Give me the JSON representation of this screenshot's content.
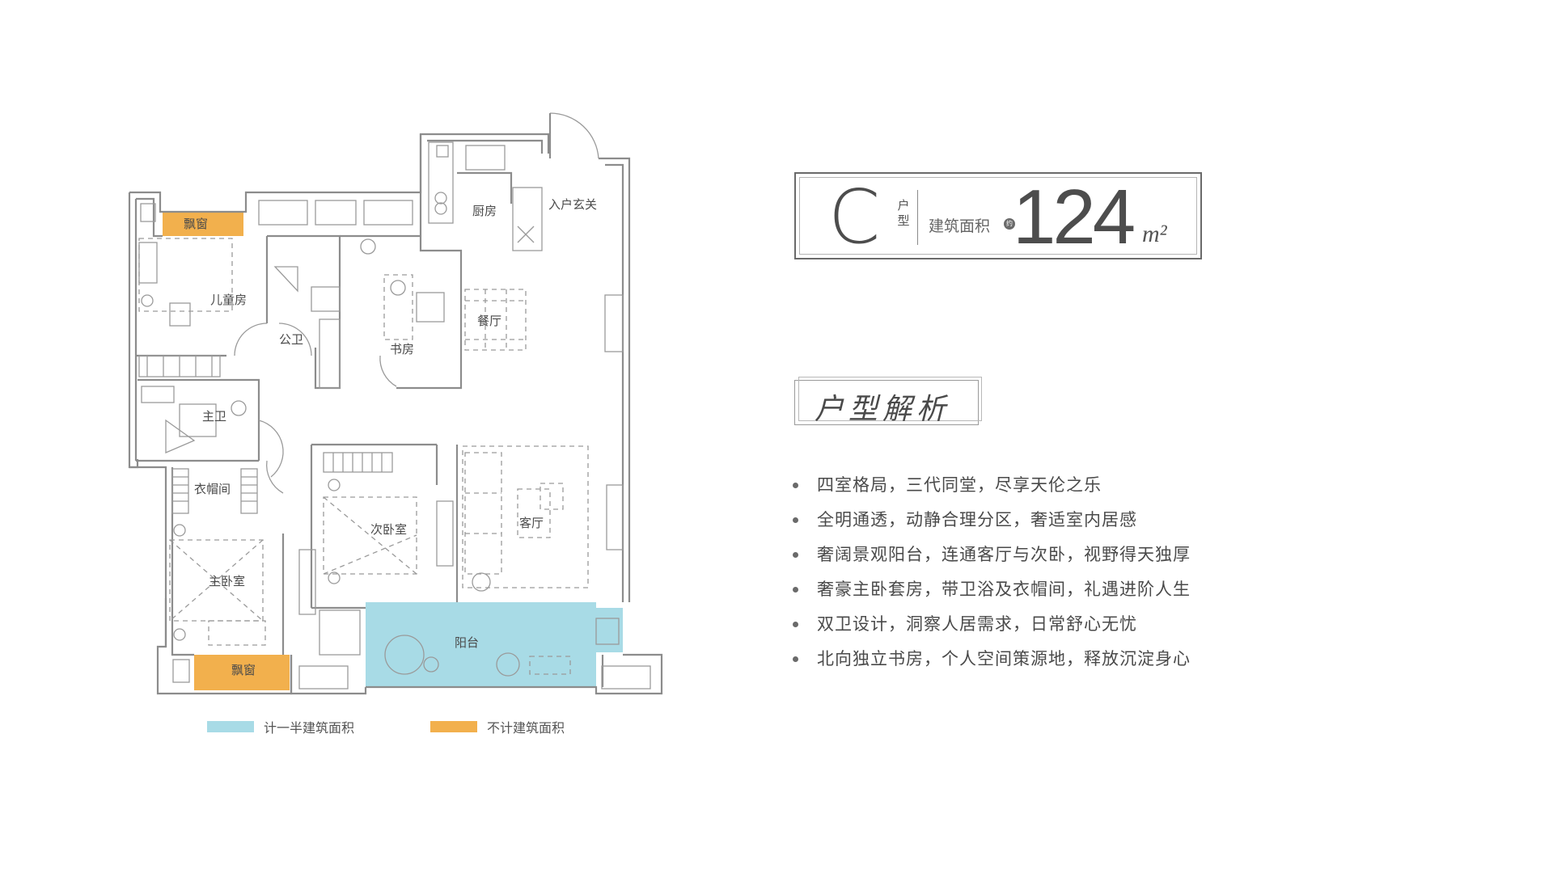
{
  "unit_type": {
    "letter": "C",
    "type_word": "户型",
    "area_label": "建筑面积",
    "area_marker": "约",
    "area_value": "124",
    "area_unit": "m²"
  },
  "analysis": {
    "heading": "户型解析",
    "points": [
      "四室格局，三代同堂，尽享天伦之乐",
      "全明通透，动静合理分区，奢适室内居感",
      "奢阔景观阳台，连通客厅与次卧，视野得天独厚",
      "奢豪主卧套房，带卫浴及衣帽间，礼遇进阶人生",
      "双卫设计，洞察人居需求，日常舒心无忧",
      "北向独立书房，个人空间策源地，释放沉淀身心"
    ]
  },
  "rooms": {
    "bay_window_top": "飘窗",
    "kids_room": "儿童房",
    "kitchen": "厨房",
    "entrance": "入户玄关",
    "public_bath": "公卫",
    "study": "书房",
    "dining": "餐厅",
    "master_bath": "主卫",
    "cloakroom": "衣帽间",
    "second_bedroom": "次卧室",
    "living_room": "客厅",
    "master_bedroom": "主卧室",
    "balcony": "阳台",
    "bay_window_bottom": "飘窗"
  },
  "legend": [
    {
      "label": "计一半建筑面积",
      "color": "#a8dbe6"
    },
    {
      "label": "不计建筑面积",
      "color": "#f2b04d"
    }
  ],
  "colors": {
    "half_area": "#a8dbe6",
    "no_area": "#f2b04d",
    "wall": "#8c8c8c",
    "text": "#4a4a4a"
  }
}
